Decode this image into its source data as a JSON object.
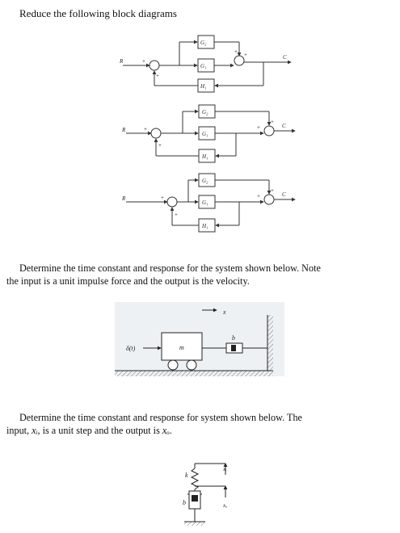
{
  "heading": "Reduce the following block diagrams",
  "diagram_labels": {
    "input": "R",
    "output": "C",
    "g2": "G₂",
    "g1": "G₁",
    "h1": "H₁",
    "plus": "+"
  },
  "problem2": {
    "line1": "Determine the time constant and response for the system shown below.  Note",
    "line2": "the input is a unit impulse force and the output is the velocity.",
    "force_label": "δ(t)",
    "mass_label": "m",
    "damper_label": "b",
    "displacement_label": "x"
  },
  "problem3": {
    "line1": "Determine the time constant and response for system shown below.  The",
    "line2_a": "input, ",
    "line2_xi": "xᵢ",
    "line2_b": ", is a unit step and the output is ",
    "line2_xo": "xₒ",
    "line2_c": ".",
    "spring_label": "k",
    "damper_label": "b",
    "input_label": "xᵢ",
    "output_label": "xₒ"
  }
}
